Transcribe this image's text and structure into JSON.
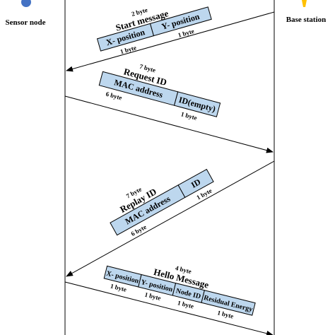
{
  "endpoints": {
    "left": "Sensor node",
    "right": "Base station"
  },
  "colors": {
    "field_fill": "#bdd7ee",
    "sensor_icon": "#4472c4",
    "base_icon": "#ffc000"
  },
  "icons": {
    "sensor": "sensor-node-icon",
    "base": "base-station-icon"
  },
  "messages": {
    "start": {
      "size": "2 byte",
      "title": "Start message",
      "fields": [
        {
          "label": "X- position",
          "bytes": "1 byte"
        },
        {
          "label": "Y- position",
          "bytes": "1 byte"
        }
      ]
    },
    "request": {
      "size": "7 byte",
      "title": "Request ID",
      "fields": [
        {
          "label": "MAC address",
          "bytes": "6 byte"
        },
        {
          "label": "ID(empty)",
          "bytes": "1 byte"
        }
      ]
    },
    "replay": {
      "size": "7 byte",
      "title": "Replay ID",
      "fields": [
        {
          "label": "MAC address",
          "bytes": "6 byte"
        },
        {
          "label": "ID",
          "bytes": "1 byte"
        }
      ]
    },
    "hello": {
      "size": "4 byte",
      "title": "Hello Message",
      "fields": [
        {
          "label": "X- position",
          "bytes": "1 byte"
        },
        {
          "label": "Y- position",
          "bytes": "1 byte"
        },
        {
          "label": "Node ID",
          "bytes": "1 byte"
        },
        {
          "label": "Residual Energy",
          "bytes": "1 byte"
        }
      ]
    }
  }
}
